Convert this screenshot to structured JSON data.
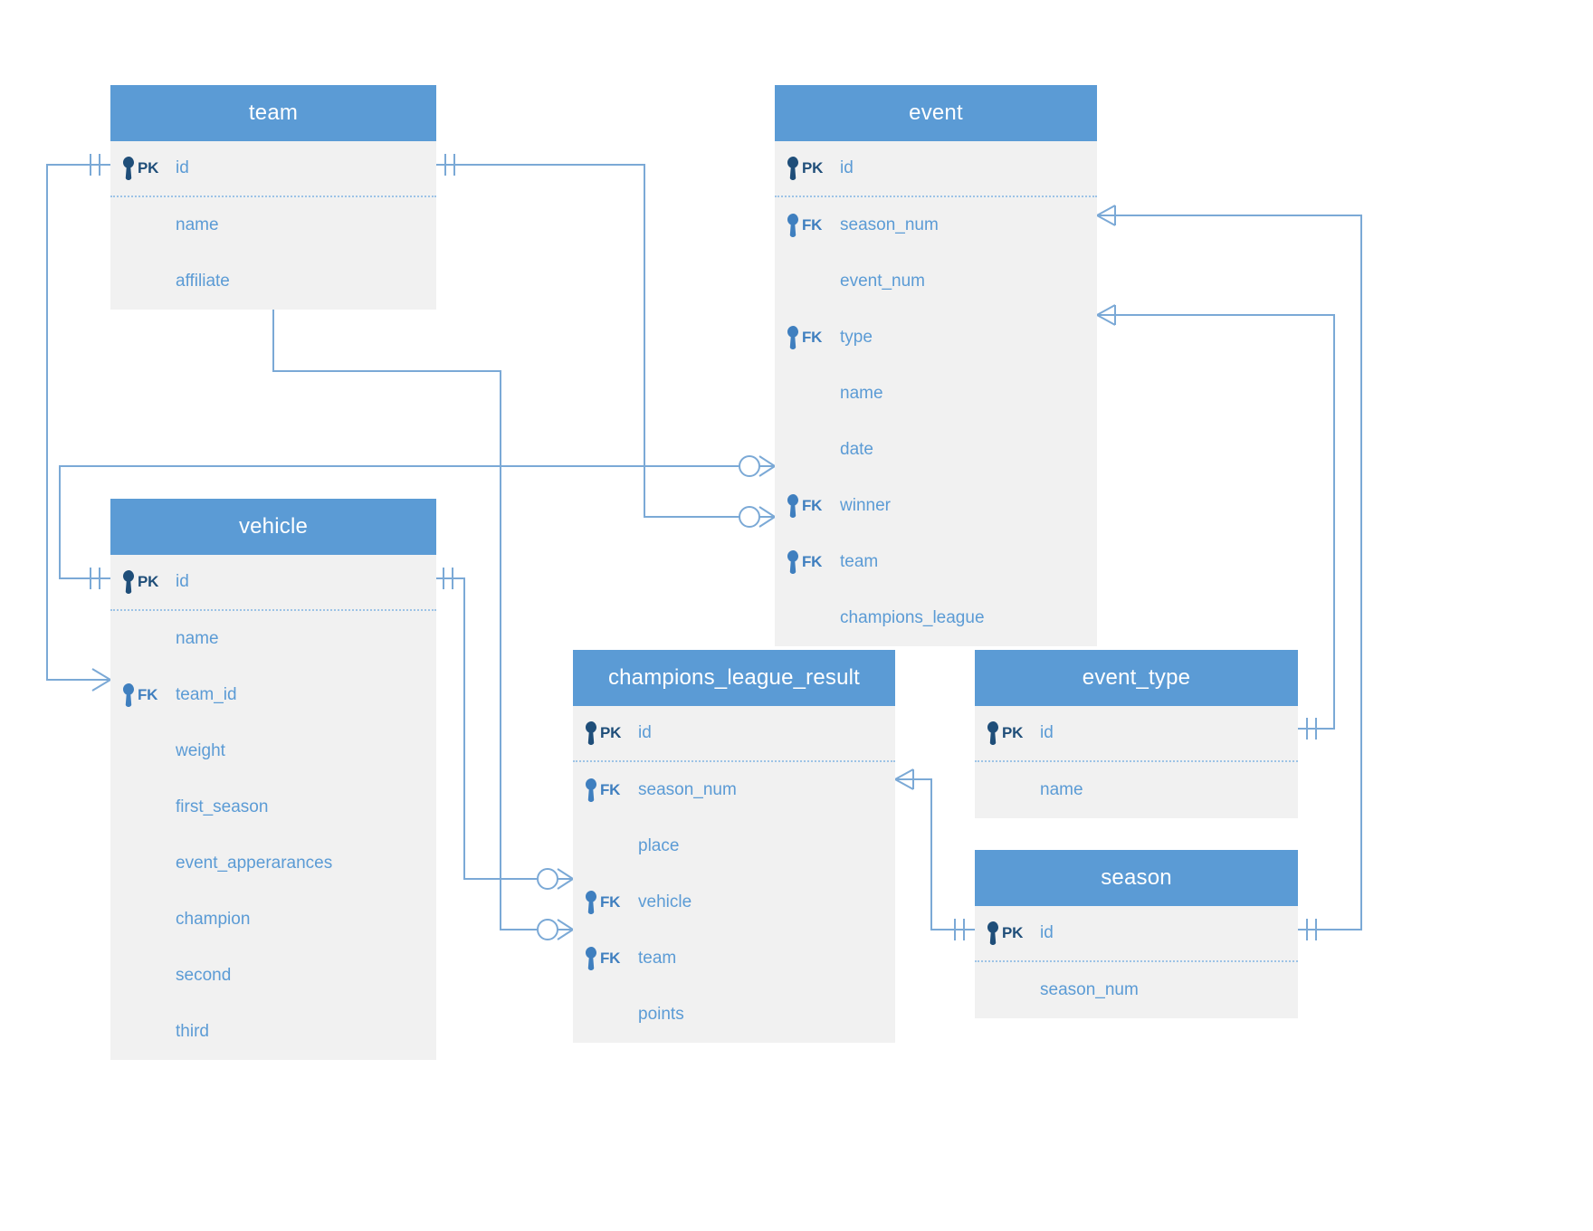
{
  "diagram": {
    "type": "er-diagram",
    "title": "",
    "colors": {
      "header_bg": "#5b9bd5",
      "body_bg": "#f1f1f1",
      "field_text": "#5b9bd5",
      "pk_key": "#1f4e79",
      "fk_key": "#3f7fbf",
      "connector": "#5b9bd5",
      "page_bg": "#ffffff"
    },
    "entities": [
      {
        "id": "team",
        "name": "team",
        "fields": [
          {
            "key": "PK",
            "name": "id"
          },
          {
            "key": "",
            "name": "name"
          },
          {
            "key": "",
            "name": "affiliate"
          }
        ]
      },
      {
        "id": "event",
        "name": "event",
        "fields": [
          {
            "key": "PK",
            "name": "id"
          },
          {
            "key": "FK",
            "name": "season_num"
          },
          {
            "key": "",
            "name": "event_num"
          },
          {
            "key": "FK",
            "name": "type"
          },
          {
            "key": "",
            "name": "name"
          },
          {
            "key": "",
            "name": "date"
          },
          {
            "key": "FK",
            "name": "winner"
          },
          {
            "key": "FK",
            "name": "team"
          },
          {
            "key": "",
            "name": "champions_league"
          }
        ]
      },
      {
        "id": "vehicle",
        "name": "vehicle",
        "fields": [
          {
            "key": "PK",
            "name": "id"
          },
          {
            "key": "",
            "name": "name"
          },
          {
            "key": "FK",
            "name": "team_id"
          },
          {
            "key": "",
            "name": "weight"
          },
          {
            "key": "",
            "name": "first_season"
          },
          {
            "key": "",
            "name": "event_apperarances"
          },
          {
            "key": "",
            "name": "champion"
          },
          {
            "key": "",
            "name": "second"
          },
          {
            "key": "",
            "name": "third"
          }
        ]
      },
      {
        "id": "champions_league_result",
        "name": "champions_league_result",
        "fields": [
          {
            "key": "PK",
            "name": "id"
          },
          {
            "key": "FK",
            "name": "season_num"
          },
          {
            "key": "",
            "name": "place"
          },
          {
            "key": "FK",
            "name": "vehicle"
          },
          {
            "key": "FK",
            "name": "team"
          },
          {
            "key": "",
            "name": "points"
          }
        ]
      },
      {
        "id": "event_type",
        "name": "event_type",
        "fields": [
          {
            "key": "PK",
            "name": "id"
          },
          {
            "key": "",
            "name": "name"
          }
        ]
      },
      {
        "id": "season",
        "name": "season",
        "fields": [
          {
            "key": "PK",
            "name": "id"
          },
          {
            "key": "",
            "name": "season_num"
          }
        ]
      }
    ],
    "relationships": [
      {
        "from": "team.id",
        "to": "vehicle.team_id",
        "from_card": "one",
        "to_card": "many"
      },
      {
        "from": "team.id",
        "to": "event.team",
        "from_card": "one",
        "to_card": "zero-or-many"
      },
      {
        "from": "vehicle.id",
        "to": "event.winner",
        "from_card": "one",
        "to_card": "zero-or-many"
      },
      {
        "from": "vehicle.id",
        "to": "champions_league_result.vehicle",
        "from_card": "one",
        "to_card": "zero-or-many"
      },
      {
        "from": "team.id",
        "to": "champions_league_result.team",
        "from_card": "one",
        "to_card": "zero-or-many"
      },
      {
        "from": "event_type.id",
        "to": "event.type",
        "from_card": "one",
        "to_card": "many"
      },
      {
        "from": "season.id",
        "to": "event.season_num",
        "from_card": "one",
        "to_card": "many"
      },
      {
        "from": "season.id",
        "to": "champions_league_result.season_num",
        "from_card": "one",
        "to_card": "many"
      }
    ]
  }
}
